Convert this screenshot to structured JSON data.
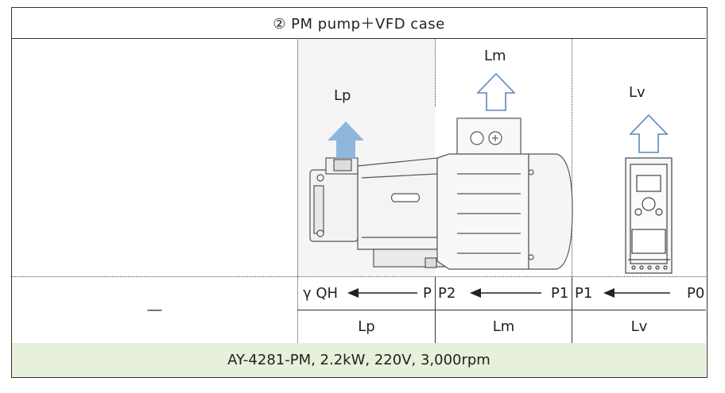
{
  "header": {
    "title": "② PM pump＋VFD case"
  },
  "labels": {
    "lp": "Lp",
    "lm": "Lm",
    "lv": "Lv"
  },
  "flow": {
    "pump": {
      "left": "γ QH",
      "right": "P"
    },
    "motor": {
      "left": "P2",
      "right": "P1"
    },
    "vfd": {
      "left": "P1",
      "right": "P0"
    }
  },
  "left_cell": {
    "dash": "―"
  },
  "loss_row": {
    "pump": "Lp",
    "motor": "Lm",
    "vfd": "Lv"
  },
  "footer": {
    "spec": "AY-4281-PM, 2.2kW, 220V, 3,000rpm"
  },
  "colors": {
    "footer_bg": "#e6f0da",
    "pump_arrow": "#8fb6dc",
    "outline_arrow": "#5a88b8"
  }
}
